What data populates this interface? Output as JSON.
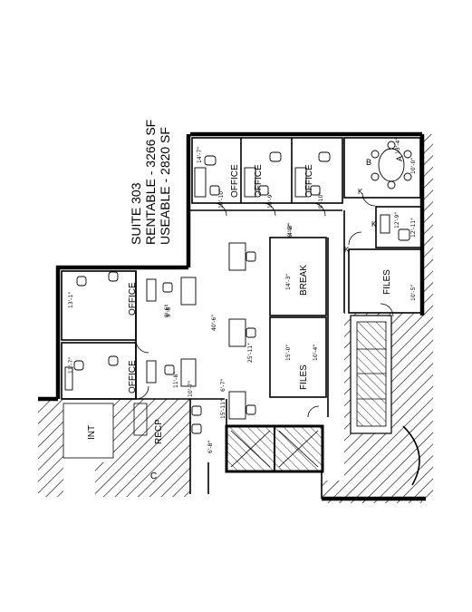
{
  "suite": {
    "name": "SUITE 303",
    "rentable": "RENTABLE - 3266 SF",
    "useable": "USEABLE - 2820 SF"
  },
  "rooms": {
    "office_1": "OFFICE",
    "office_2": "OFFICE",
    "office_3": "OFFICE",
    "office_4": "OFFICE",
    "office_5": "OFFICE",
    "break": "BREAK",
    "files_1": "FILES",
    "files_2": "FILES",
    "recp": "RECP",
    "int": "INT",
    "conf_a": "A",
    "conf_b": "B",
    "k1": "K",
    "k2": "K",
    "k3": "K",
    "c": "C"
  },
  "dimensions": {
    "d1": "10'-0\"",
    "d2": "14'-7\"",
    "d3": "10'-10\"",
    "d4": "10'-9\"",
    "d5": "9'-10\"",
    "d6": "13'-4\"",
    "d7": "12'-11\"",
    "d8": "14'-3\"",
    "d9": "10'-5\"",
    "d10": "12'-9\"",
    "d11": "6'-9\"",
    "d12": "40'-6\"",
    "d13": "13'-1\"",
    "d14": "9'-6\"",
    "d15": "25'-11\"",
    "d16": "11'-7\"",
    "d17": "15'-0\"",
    "d18": "10'-7\"",
    "d19": "6'-7\"",
    "d20": "15'-11\"",
    "d21": "6'-8\"",
    "d22": "4'-8\"",
    "d23": "11'-8\"",
    "d24": "10'-4\"",
    "d25": "9'-6\""
  }
}
